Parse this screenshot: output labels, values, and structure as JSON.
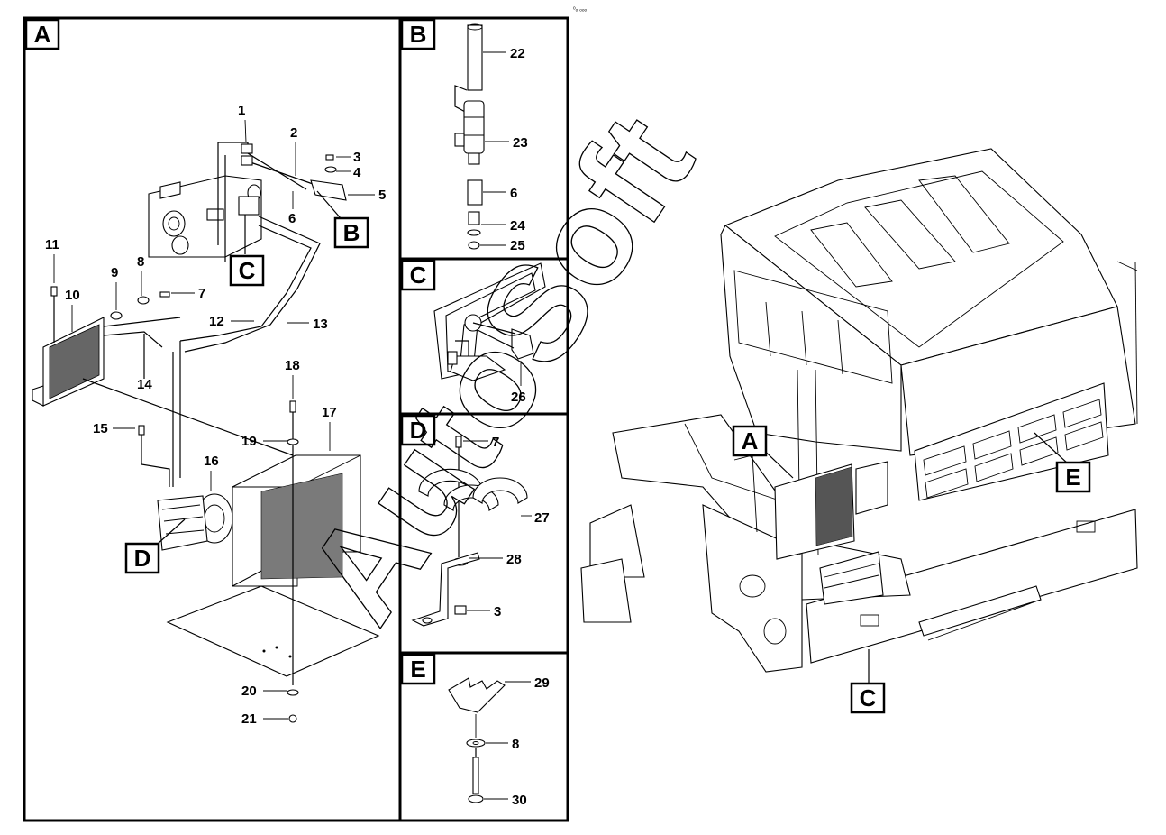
{
  "header_text": "ᵒₒ ₒₒₒ",
  "watermark": "AutoSoft",
  "panels": {
    "A": "A",
    "B": "B",
    "C": "C",
    "D": "D",
    "E": "E"
  },
  "subassembly_callouts": {
    "B": "B",
    "C": "C",
    "D": "D"
  },
  "vehicle_callouts": {
    "A": "A",
    "E": "E",
    "C": "C"
  },
  "parts_A": [
    "1",
    "2",
    "3",
    "4",
    "5",
    "6",
    "7",
    "8",
    "9",
    "10",
    "11",
    "12",
    "13",
    "14",
    "15",
    "16",
    "17",
    "18",
    "19",
    "20",
    "21"
  ],
  "parts_B": [
    "22",
    "23",
    "6",
    "24",
    "25"
  ],
  "parts_C": [
    "26"
  ],
  "parts_D": [
    "7",
    "27",
    "28",
    "3"
  ],
  "parts_E": [
    "29",
    "8",
    "30"
  ]
}
